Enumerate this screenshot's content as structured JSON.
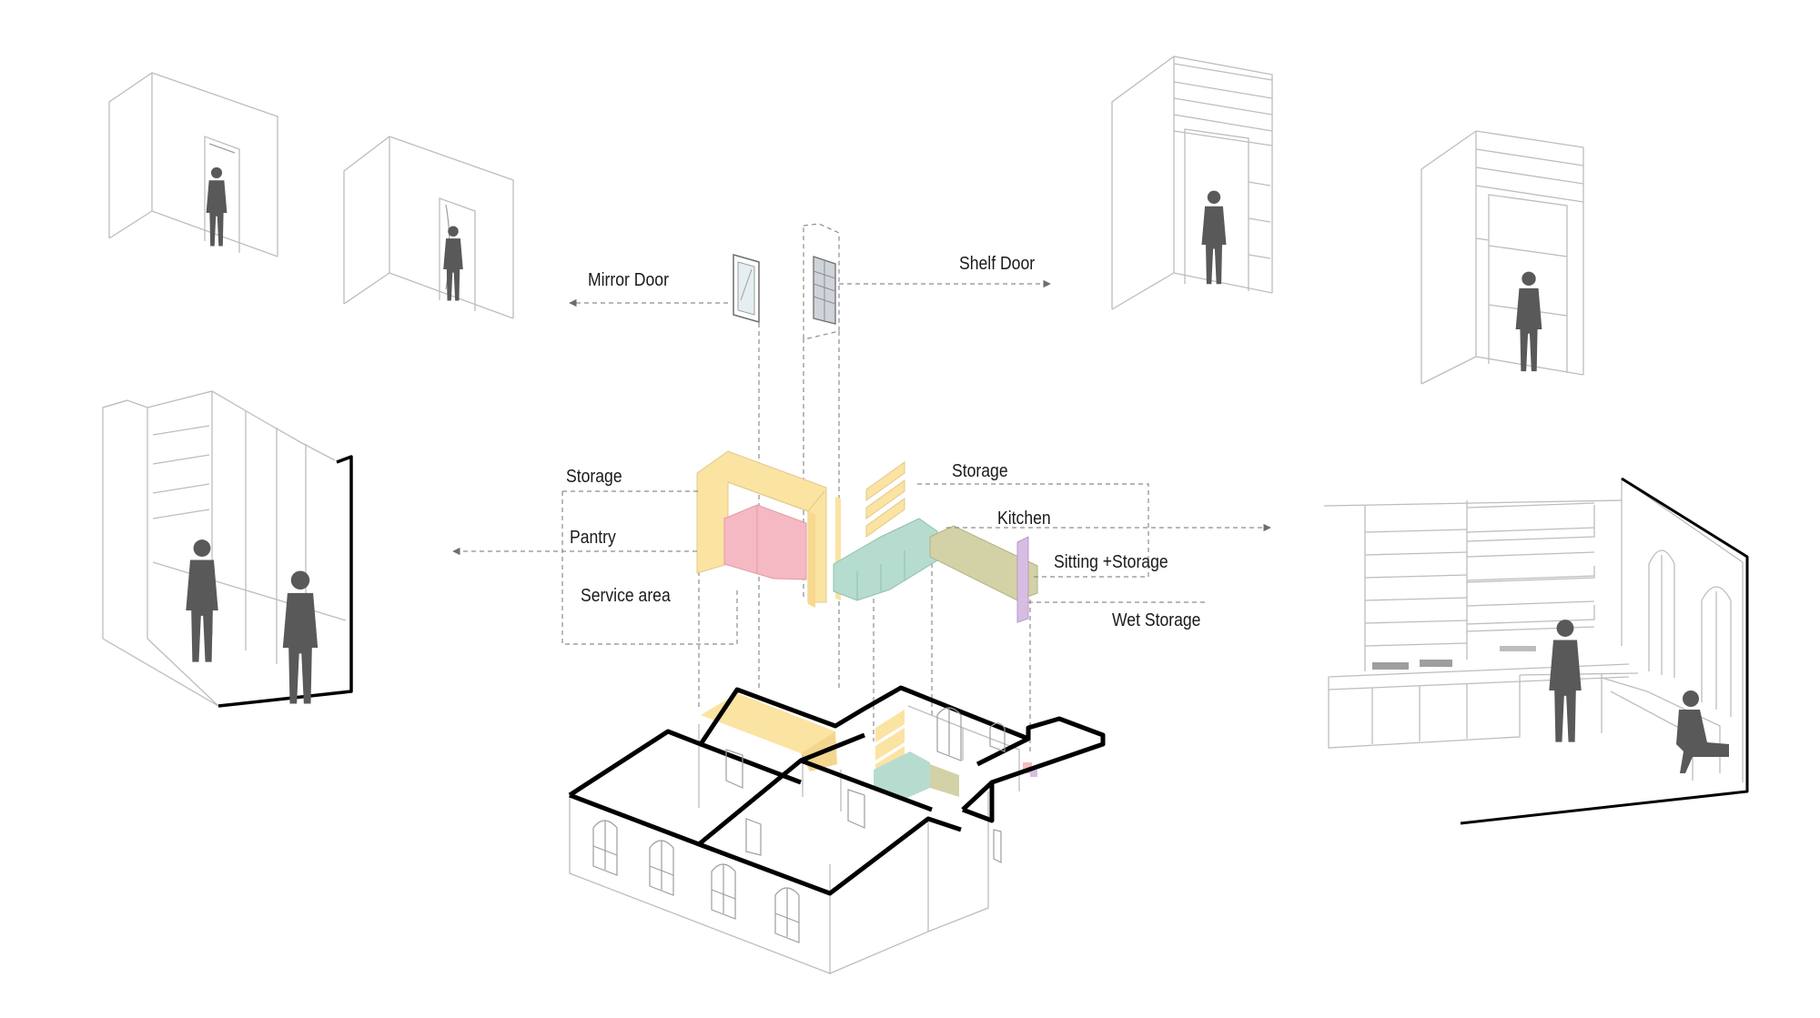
{
  "labels": {
    "mirror_door": "Mirror Door",
    "shelf_door": "Shelf Door",
    "storage_left": "Storage",
    "pantry": "Pantry",
    "service_area": "Service area",
    "storage_right": "Storage",
    "kitchen": "Kitchen",
    "sitting_storage": "Sitting +Storage",
    "wet_storage": "Wet Storage"
  },
  "colors": {
    "storage_yellow": "#fbe3a2",
    "pantry_pink": "#f4b9c3",
    "kitchen_mint": "#b6dccf",
    "sitting_olive": "#d3d2a6",
    "wet_lilac": "#d7bde2",
    "shelf_grey": "#cfd3da",
    "figure_grey": "#595959"
  }
}
